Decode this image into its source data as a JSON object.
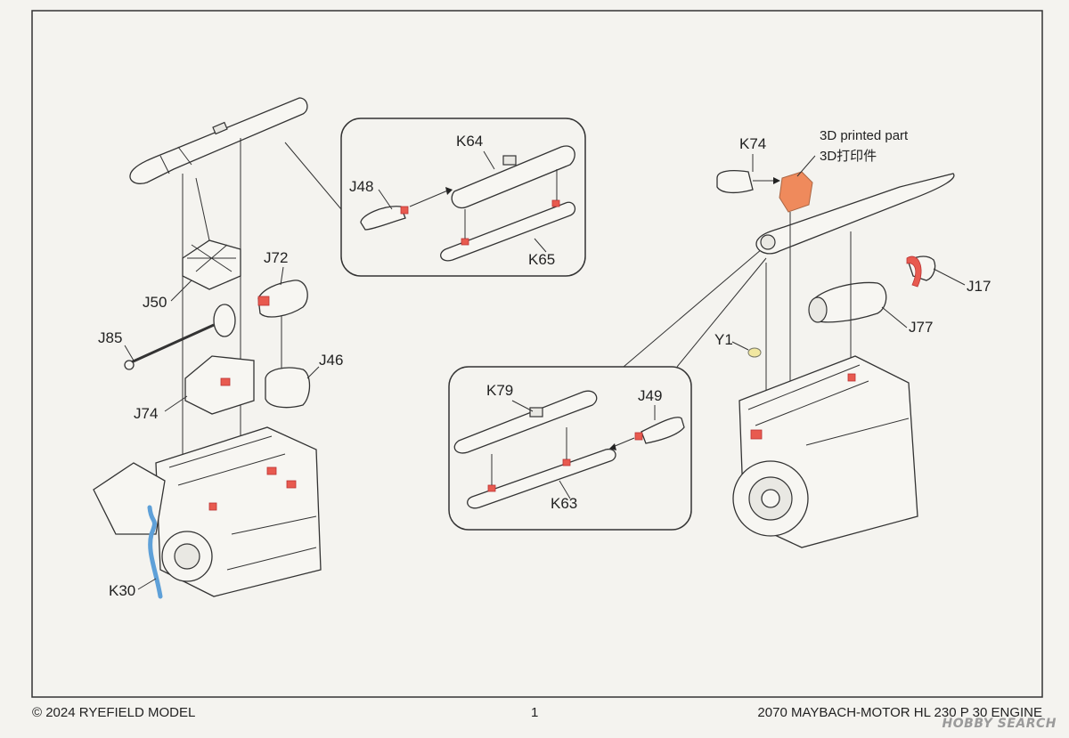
{
  "labels": {
    "K64": "K64",
    "J48": "J48",
    "K65": "K65",
    "J72": "J72",
    "J50": "J50",
    "J85": "J85",
    "J46": "J46",
    "J74": "J74",
    "K30": "K30",
    "K74": "K74",
    "printed_en": "3D printed part",
    "printed_zh": "3D打印件",
    "J17": "J17",
    "J77": "J77",
    "Y1": "Y1",
    "K79": "K79",
    "J49": "J49",
    "K63": "K63"
  },
  "footer": {
    "copyright": "© 2024 RYEFIELD MODEL",
    "page": "1",
    "product": "2070  MAYBACH-MOTOR HL 230 P 30 ENGINE"
  },
  "watermark": "HOBBY SEARCH",
  "colors": {
    "highlight": "#e85a4f",
    "printed_part": "#ef8a5c",
    "hose": "#5ea0d8"
  }
}
